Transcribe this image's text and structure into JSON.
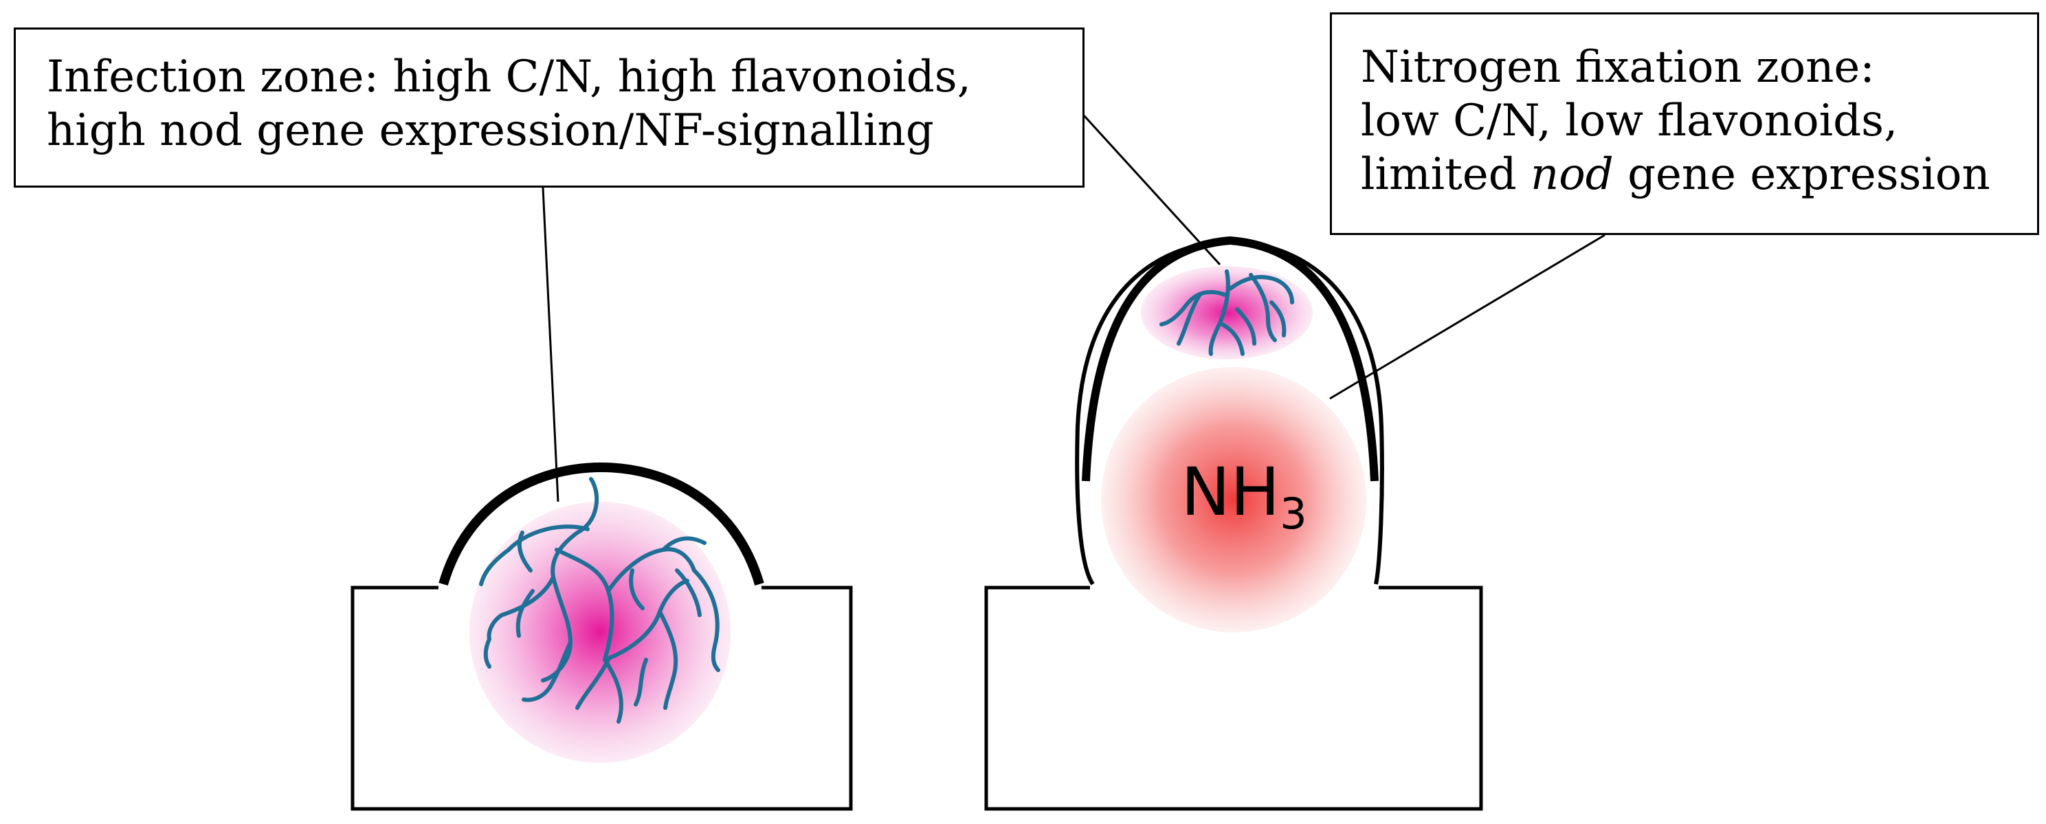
{
  "infection_label": {
    "line1": "Infection zone:  high C/N, high flavonoids,",
    "line2": "high nod gene expression/NF-signalling"
  },
  "fixation_label": {
    "line1": "Nitrogen fixation zone:",
    "line2": "low C/N, low flavonoids,",
    "line3_prefix": "limited ",
    "line3_italic": "nod",
    "line3_suffix": " gene expression"
  },
  "product_label": {
    "main": "NH",
    "subscript": "3"
  },
  "colors": {
    "outline": "#000000",
    "infection_thread": "#1f6f96",
    "infection_zone": "#e6199b",
    "fixation_zone": "#f03c3c"
  }
}
